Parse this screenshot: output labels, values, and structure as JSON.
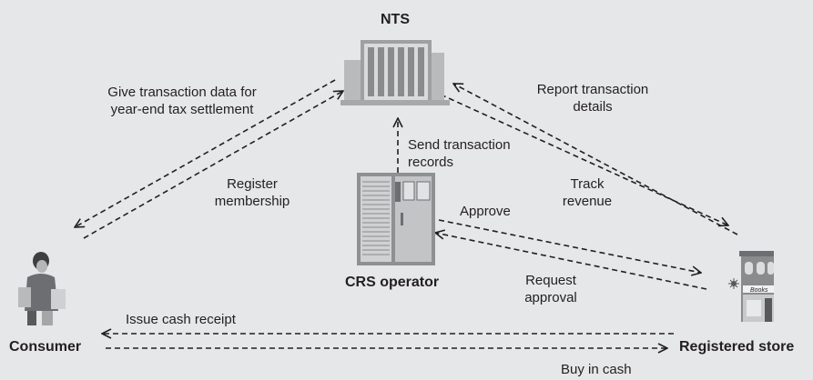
{
  "nodes": {
    "nts": "NTS",
    "crs": "CRS operator",
    "consumer": "Consumer",
    "store": "Registered store"
  },
  "store_sign": "Books",
  "edges": {
    "give_data": "Give transaction data for\nyear-end tax settlement",
    "register": "Register\nmembership",
    "send_records": "Send transaction\nrecords",
    "report": "Report transaction\ndetails",
    "track": "Track\nrevenue",
    "approve": "Approve",
    "request": "Request\napproval",
    "issue": "Issue cash receipt",
    "buy": "Buy in cash"
  },
  "colors": {
    "background": "#e6e7e8",
    "text": "#231f20",
    "line": "#231f20",
    "building": "#9fa0a2",
    "building_dark": "#6d6e71"
  }
}
